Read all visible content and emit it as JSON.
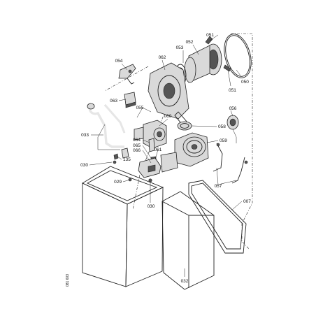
{
  "diagram": {
    "labels": {
      "p051a": "051",
      "p051b": "051",
      "p052": "052",
      "p053": "053",
      "p050": "050",
      "p054": "054",
      "p062": "062",
      "p063": "063",
      "p055": "055",
      "p056": "056",
      "p060": "060",
      "p058": "058",
      "p033": "033",
      "p064": "064",
      "p065": "065",
      "p066": "066",
      "p061": "061",
      "p059": "059",
      "p030a": "030",
      "p135": "135",
      "p029": "029",
      "p030b": "030",
      "p057": "057",
      "p007": "007",
      "p032": "032"
    },
    "side_text": "081 603"
  }
}
